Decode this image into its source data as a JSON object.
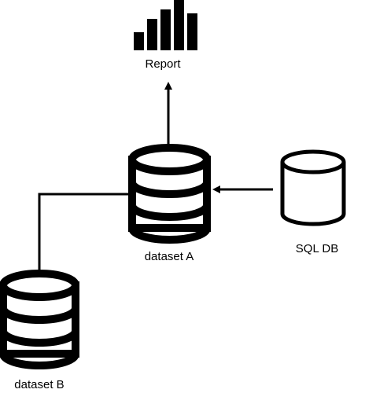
{
  "diagram": {
    "nodes": {
      "report": {
        "label": "Report",
        "icon": "bar-chart-icon"
      },
      "dataset_a": {
        "label": "dataset A",
        "icon": "database-icon"
      },
      "dataset_b": {
        "label": "dataset B",
        "icon": "database-icon"
      },
      "sql_db": {
        "label": "SQL DB",
        "icon": "cylinder-icon"
      }
    },
    "edges": [
      {
        "from": "dataset_a",
        "to": "report",
        "arrow": true
      },
      {
        "from": "sql_db",
        "to": "dataset_a",
        "arrow": true
      },
      {
        "from": "dataset_b",
        "to": "dataset_a",
        "arrow": false
      }
    ],
    "colors": {
      "stroke": "#000000",
      "background": "#ffffff"
    }
  }
}
